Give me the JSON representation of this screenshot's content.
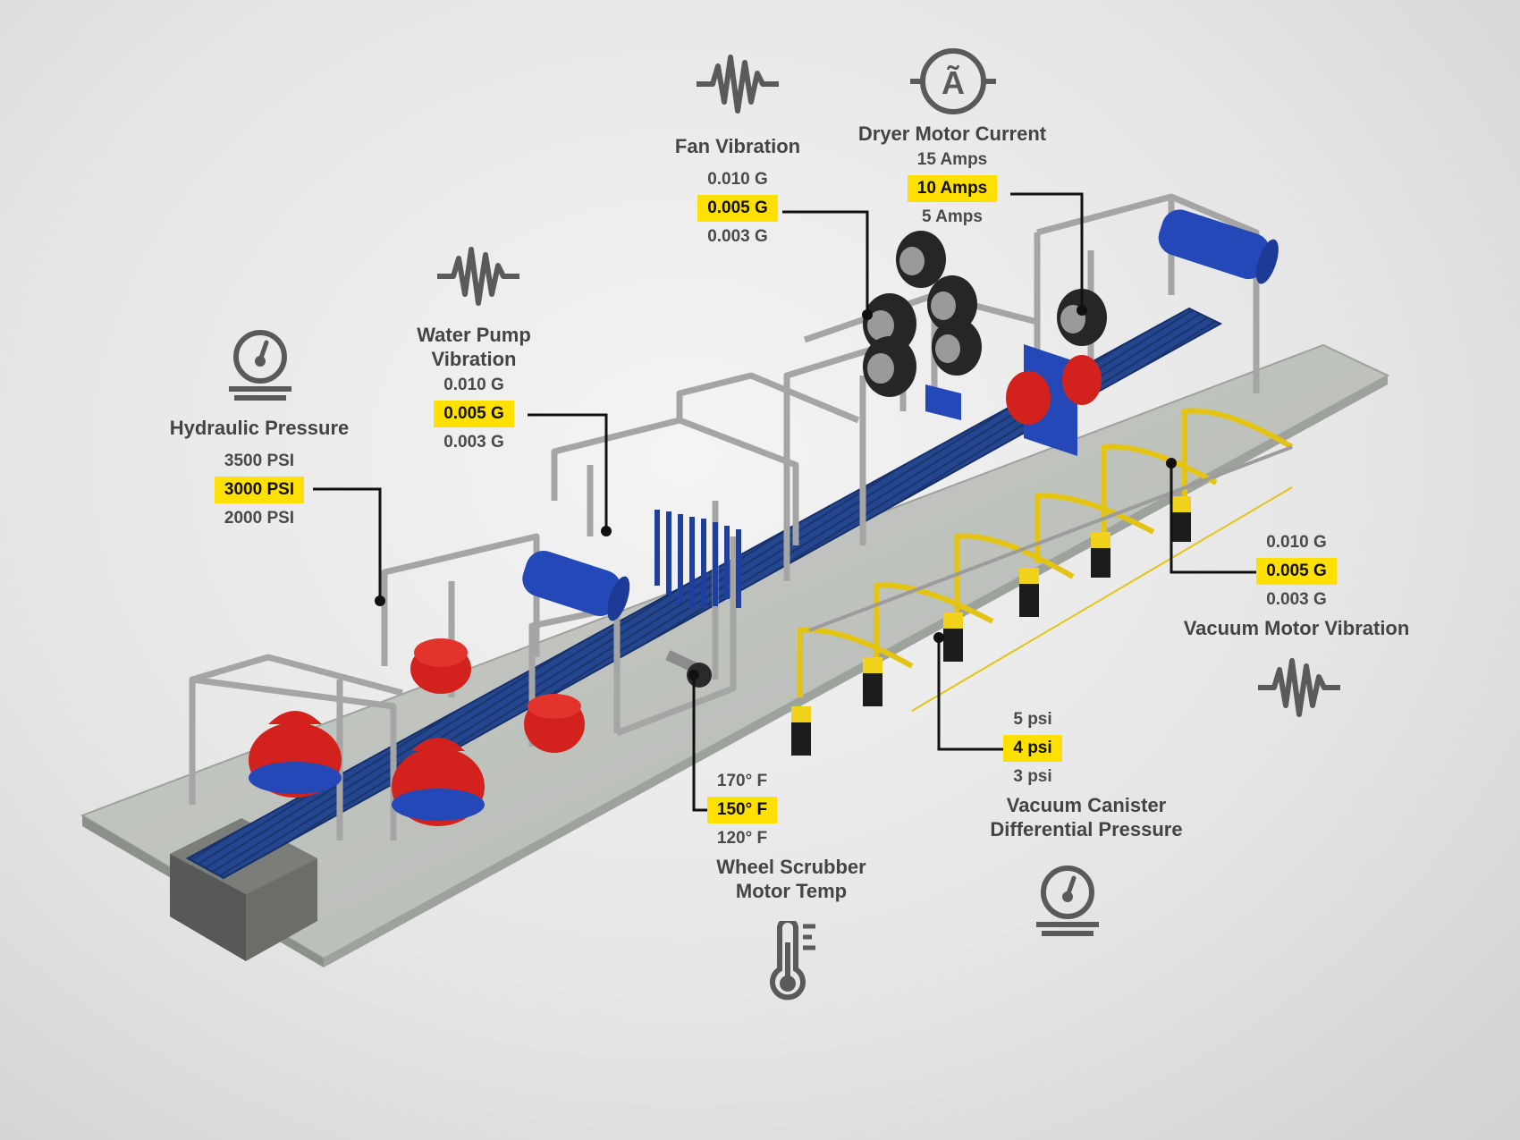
{
  "colors": {
    "highlight": "#ffe000",
    "text": "#444444",
    "icon": "#5a5a5a",
    "frame": "#a7a7a7",
    "belt": "#1f3f86",
    "brush_red": "#d3221d",
    "brush_blue": "#2448b8",
    "vacuum_yellow": "#f1d21a",
    "floor": "#bfc3be"
  },
  "sensors": {
    "hydraulic": {
      "title": "Hydraulic Pressure",
      "high": "3500 PSI",
      "current": "3000 PSI",
      "low": "2000 PSI",
      "icon": "pressure-gauge-icon"
    },
    "water_pump": {
      "title_line1": "Water Pump",
      "title_line2": "Vibration",
      "high": "0.010 G",
      "current": "0.005 G",
      "low": "0.003 G",
      "icon": "vibration-wave-icon"
    },
    "fan": {
      "title": "Fan Vibration",
      "high": "0.010 G",
      "current": "0.005 G",
      "low": "0.003 G",
      "icon": "vibration-wave-icon"
    },
    "dryer": {
      "title": "Dryer Motor Current",
      "high": "15 Amps",
      "current": "10 Amps",
      "low": "5 Amps",
      "icon": "ammeter-icon",
      "icon_label": "Ã"
    },
    "vacuum_motor": {
      "title": "Vacuum Motor Vibration",
      "high": "0.010 G",
      "current": "0.005 G",
      "low": "0.003 G",
      "icon": "vibration-wave-icon"
    },
    "vacuum_canister": {
      "title_line1": "Vacuum Canister",
      "title_line2": "Differential Pressure",
      "high": "5 psi",
      "current": "4 psi",
      "low": "3 psi",
      "icon": "pressure-gauge-icon"
    },
    "wheel_scrubber": {
      "title_line1": "Wheel Scrubber",
      "title_line2": "Motor Temp",
      "high": "170° F",
      "current": "150° F",
      "low": "120° F",
      "icon": "thermometer-icon"
    }
  }
}
